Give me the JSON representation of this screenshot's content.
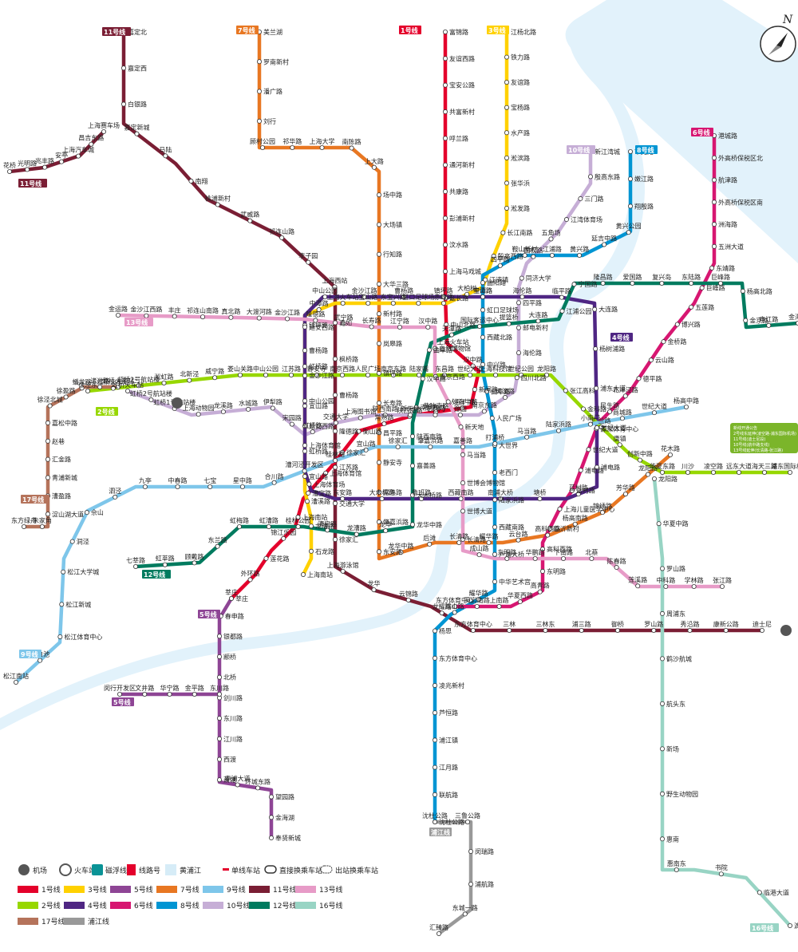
{
  "compass_label": "N",
  "river": {
    "name": "黄浦江"
  },
  "colors": {
    "1": "#e4002b",
    "2": "#97d700",
    "3": "#ffd100",
    "4": "#4f2683",
    "5": "#8e4595",
    "6": "#d71671",
    "7": "#e87722",
    "8": "#0095d3",
    "9": "#7ec6ea",
    "10": "#c6aed6",
    "11": "#7a1e34",
    "12": "#007b5f",
    "13": "#e79bc7",
    "16": "#98d4c4",
    "17": "#b5735b",
    "pj": "#999999"
  },
  "lines": [
    {
      "id": "11",
      "tag": "11号线",
      "stations": [
        "嘉定北",
        "嘉定西",
        "白银路",
        "嘉定新城",
        "马陆",
        "南翔",
        "桃浦新村",
        "武威路",
        "祁连山路",
        "李子园",
        "上海西站",
        "真如",
        "枫桥路",
        "曹杨路",
        "隆德路",
        "江苏路",
        "交通大学",
        "徐家汇",
        "上海游泳馆",
        "龙华",
        "云锦路",
        "龙耀路",
        "东方体育中心",
        "三林",
        "三林东",
        "浦三路",
        "御桥",
        "罗山路",
        "秀沿路",
        "康新公路",
        "迪士尼"
      ]
    },
    {
      "id": "11b",
      "tag": "11号线",
      "stations": [
        "上海赛车场",
        "昌吉东路",
        "上海汽车城",
        "安亭",
        "兆丰路",
        "光明路",
        "花桥"
      ]
    },
    {
      "id": "7",
      "tag": "7号线",
      "stations": [
        "美兰湖",
        "罗南新村",
        "潘广路",
        "刘行",
        "顾村公园",
        "祁华路",
        "上海大学",
        "南陈路",
        "上大路",
        "场中路",
        "大场镇",
        "行知路",
        "大华三路",
        "新村路",
        "岚皋路",
        "镇坪路",
        "长寿路",
        "昌平路",
        "静安寺",
        "常熟路",
        "肇嘉浜路",
        "东安路",
        "龙华中路",
        "后滩",
        "长清路",
        "耀华路",
        "云台路",
        "高科西路",
        "杨高南路",
        "锦绣路",
        "芳华路",
        "龙阳路",
        "花木路"
      ]
    },
    {
      "id": "1",
      "tag": "1号线",
      "stations": [
        "富锦路",
        "友谊西路",
        "宝安公路",
        "共富新村",
        "呼兰路",
        "通河新村",
        "共康路",
        "彭浦新村",
        "汶水路",
        "上海马戏城",
        "延长路",
        "中山北路",
        "上海火车站",
        "汉中路",
        "新闸路",
        "人民广场",
        "黄陂南路",
        "陕西南路",
        "常熟路",
        "衡山路",
        "徐家汇",
        "上海体育馆",
        "漕宝路",
        "上海南站",
        "锦江乐园",
        "莲花路",
        "外环路",
        "莘庄"
      ]
    },
    {
      "id": "3",
      "tag": "3号线",
      "stations": [
        "江杨北路",
        "铁力路",
        "友谊路",
        "宝杨路",
        "水产路",
        "淞滨路",
        "张华浜",
        "淞发路",
        "长江南路",
        "殷高西路",
        "江湾镇",
        "大柏树",
        "赤峰路",
        "虹口足球场",
        "东宝兴路",
        "宝山路",
        "上海火车站",
        "中潭路",
        "镇坪路",
        "曹杨路",
        "金沙江路",
        "中山公园",
        "延安西路",
        "虹桥路",
        "宜山路",
        "漕溪路",
        "龙漕路",
        "石龙路",
        "上海南站"
      ]
    },
    {
      "id": "10",
      "tag": "10号线",
      "stations": [
        "新江湾城",
        "殷高东路",
        "三门路",
        "江湾体育场",
        "五角场",
        "国权路",
        "同济大学",
        "四平路",
        "邮电新村",
        "海伦路",
        "四川北路",
        "天潼路",
        "南京东路",
        "豫园",
        "老西门",
        "新天地",
        "陕西南路",
        "上海图书馆",
        "交通大学",
        "虹桥路",
        "宋园路",
        "伊犁路",
        "水城路",
        "龙溪路",
        "上海动物园",
        "虹桥1号航站楼",
        "虹桥2号航站楼",
        "虹桥火车站"
      ]
    },
    {
      "id": "8",
      "tag": "8号线",
      "stations": [
        "市光路",
        "嫩江路",
        "翔殷路",
        "黄兴公园",
        "延吉中路",
        "黄兴路",
        "江浦路",
        "鞍山新村",
        "四平路",
        "曲阳路",
        "虹口足球场",
        "西藏北路",
        "中兴路",
        "曲阜路",
        "人民广场",
        "大世界",
        "老西门",
        "陆家浜路",
        "西藏南路",
        "卢浦大桥",
        "中华艺术宫",
        "耀华路",
        "成山路",
        "杨思",
        "东方体育中心",
        "凌兆新村",
        "芦恒路",
        "浦江镇",
        "江月路",
        "联航路",
        "沈杜公路"
      ]
    },
    {
      "id": "6",
      "tag": "6号线",
      "stations": [
        "港城路",
        "外高桥保税区北",
        "航津路",
        "外高桥保税区南",
        "洲海路",
        "五洲大道",
        "东靖路",
        "巨峰路",
        "五莲路",
        "博兴路",
        "金桥路",
        "云山路",
        "德平路",
        "北洋泾路",
        "民生路",
        "源深体育中心",
        "世纪大道",
        "浦电路",
        "蓝村路",
        "上海儿童医学中心",
        "临沂新村",
        "高科西路",
        "东明路",
        "高青路",
        "华夏西路",
        "上南路",
        "灵岩南路",
        "东方体育中心"
      ]
    },
    {
      "id": "4",
      "tag": "4号线",
      "stations": [
        "宝山路",
        "海伦路",
        "临平路",
        "大连路",
        "杨树浦路",
        "浦东大道",
        "世纪大道",
        "浦电路",
        "蓝村路",
        "塘桥",
        "南浦大桥",
        "西藏南路",
        "鲁班路",
        "大木桥路",
        "东安路",
        "上海体育场",
        "上海体育馆",
        "宜山路",
        "虹桥路",
        "延安西路",
        "中山公园",
        "金沙江路",
        "曹杨路",
        "镇坪路",
        "中潭路"
      ]
    },
    {
      "id": "2",
      "tag": "2号线",
      "stations": [
        "徐泾东",
        "虹桥火车站",
        "虹桥2号航站楼",
        "淞虹路",
        "北新泾",
        "威宁路",
        "娄山关路",
        "中山公园",
        "江苏路",
        "静安寺",
        "南京西路",
        "人民广场",
        "南京东路",
        "陆家嘴",
        "东昌路",
        "世纪大道",
        "上海科技馆",
        "世纪公园",
        "龙阳路",
        "张江高科",
        "金科路",
        "广兰路",
        "唐镇",
        "创新中路",
        "华夏东路",
        "川沙",
        "凌空路",
        "远东大道",
        "海天三路",
        "浦东国际机场"
      ]
    },
    {
      "id": "12",
      "tag": "12号线",
      "stations": [
        "七莘路",
        "虹莘路",
        "顾戴路",
        "东兰路",
        "虹梅路",
        "虹漕路",
        "桂林公园",
        "漕宝路",
        "龙漕路",
        "龙华",
        "龙华中路",
        "大木桥路",
        "嘉善路",
        "陕西南路",
        "南京西路",
        "汉中路",
        "曲阜路",
        "天潼路",
        "国际客运中心",
        "提篮桥",
        "大连路",
        "江浦公园",
        "宁国路",
        "隆昌路",
        "爱国路",
        "复兴岛",
        "东陆路",
        "巨峰路",
        "杨高北路",
        "金京路",
        "申江路",
        "金海路"
      ]
    },
    {
      "id": "9",
      "tag": "9号线",
      "stations": [
        "松江南站",
        "醉白池",
        "松江体育中心",
        "松江新城",
        "松江大学城",
        "洞泾",
        "佘山",
        "泗泾",
        "九亭",
        "中春路",
        "七宝",
        "星中路",
        "合川路",
        "漕河泾开发区",
        "桂林路",
        "宜山路",
        "徐家汇",
        "肇嘉浜路",
        "嘉善路",
        "打浦桥",
        "马当路",
        "陆家浜路",
        "小南门",
        "商城路",
        "世纪大道",
        "杨高中路"
      ]
    },
    {
      "id": "13",
      "tag": "13号线",
      "stations": [
        "金运路",
        "金沙江西路",
        "丰庄",
        "祁连山南路",
        "真北路",
        "大渡河路",
        "金沙江路",
        "隆德路",
        "武宁路",
        "长寿路",
        "江宁路",
        "汉中路",
        "自然博物馆",
        "南京西路",
        "淮海中路",
        "新天地",
        "马当路",
        "世博会博物馆",
        "世博大道",
        "长清路",
        "成山路",
        "东明路",
        "华鹏路",
        "下南路",
        "北蔡",
        "陈春路",
        "莲溪路",
        "中科路",
        "学林路",
        "张江路"
      ]
    },
    {
      "id": "16",
      "tag": "16号线",
      "stations": [
        "龙阳路",
        "华夏中路",
        "罗山路",
        "周浦东",
        "鹤沙航城",
        "航头东",
        "新场",
        "野生动物园",
        "惠南",
        "惠南东",
        "书院",
        "临港大道",
        "滴水湖"
      ]
    },
    {
      "id": "17",
      "tag": "17号线",
      "stations": [
        "虹桥火车站",
        "诸光路",
        "蟠龙路",
        "徐盈路",
        "徐泾北城",
        "嘉松中路",
        "赵巷",
        "汇金路",
        "青浦新城",
        "漕盈路",
        "淀山湖大道",
        "朱家角",
        "东方绿舟"
      ]
    },
    {
      "id": "5",
      "tag": "5号线",
      "stations": [
        "莘庄",
        "春申路",
        "银都路",
        "颛桥",
        "北桥",
        "剑川路",
        "东川路",
        "江川路",
        "西渡",
        "萧塘",
        "奉浦大道",
        "环城东路",
        "望园路",
        "金海湖",
        "奉贤新城"
      ]
    },
    {
      "id": "5b",
      "tag": "5号线",
      "stations": [
        "闵行开发区",
        "文井路",
        "华宁路",
        "金平路",
        "东川路"
      ]
    },
    {
      "id": "pj",
      "tag": "浦江线",
      "stations": [
        "沈杜公路",
        "三鲁公路",
        "闵瑞路",
        "浦航路",
        "东城一路",
        "汇臻路"
      ]
    }
  ],
  "extra_labels": [
    "三门路",
    "黄兴路",
    "四平路",
    "民生路",
    "金京路",
    "凌空路",
    "浦东国际机场",
    "东方体育中心",
    "上海南站",
    "漕宝路",
    "中华艺术宫",
    "龙华",
    "云台路",
    "塘桥"
  ],
  "notice": {
    "lines": [
      "新线开通公告",
      "2号线东延伸(凌空路-浦东国际机场)",
      "11号线(迪士尼段)",
      "10号线(航中路支线)",
      "13号线延伸(长清路-张江路)"
    ]
  },
  "airport_badges": [
    "虹桥2号航站楼",
    "浦东国际机场"
  ],
  "legend": {
    "symbols": [
      {
        "icon": "airport-icon",
        "label": "机场"
      },
      {
        "icon": "railway-icon",
        "label": "火车站"
      },
      {
        "icon": "maglev-icon",
        "label": "磁浮线"
      },
      {
        "icon": "line-number-icon",
        "label": "线路号"
      },
      {
        "icon": "river-icon",
        "label": "黄浦江"
      },
      {
        "icon": "single-station-icon",
        "label": "单线车站"
      },
      {
        "icon": "transfer-station-icon",
        "label": "直接换乘车站"
      },
      {
        "icon": "exit-transfer-icon",
        "label": "出站换乘车站"
      }
    ],
    "rows": [
      [
        {
          "line": "1",
          "label": "1号线"
        },
        {
          "line": "3",
          "label": "3号线"
        },
        {
          "line": "5",
          "label": "5号线"
        },
        {
          "line": "7",
          "label": "7号线"
        },
        {
          "line": "9",
          "label": "9号线"
        },
        {
          "line": "11",
          "label": "11号线"
        },
        {
          "line": "13",
          "label": "13号线"
        }
      ],
      [
        {
          "line": "2",
          "label": "2号线"
        },
        {
          "line": "4",
          "label": "4号线"
        },
        {
          "line": "6",
          "label": "6号线"
        },
        {
          "line": "8",
          "label": "8号线"
        },
        {
          "line": "10",
          "label": "10号线"
        },
        {
          "line": "12",
          "label": "12号线"
        },
        {
          "line": "16",
          "label": "16号线"
        }
      ],
      [
        {
          "line": "17",
          "label": "17号线"
        },
        {
          "line": "pj",
          "label": "浦江线"
        }
      ]
    ]
  }
}
